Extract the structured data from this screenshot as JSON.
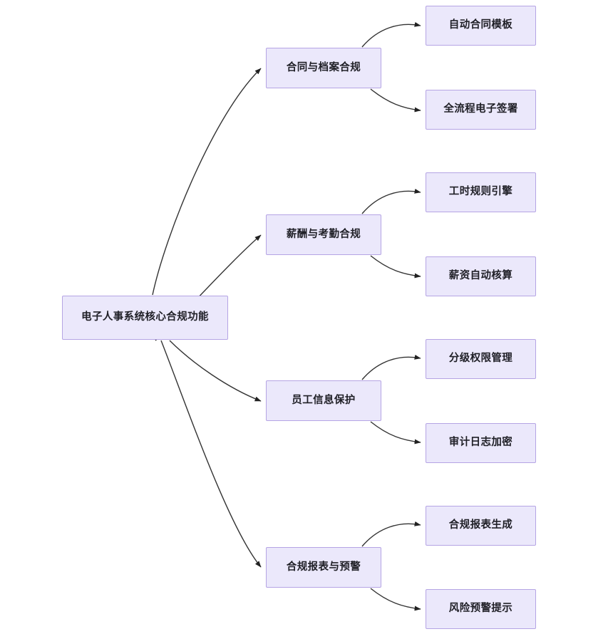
{
  "diagram": {
    "type": "mind-map",
    "title": "电子人事系统核心合规功能",
    "orientation": "left-to-right",
    "colors": {
      "node_fill": "#ebe8fb",
      "node_border": "#b5a4e4",
      "edge": "#333333",
      "text": "#1f1f26",
      "background": "#ffffff"
    },
    "root": {
      "id": "root",
      "label": "电子人事系统核心合规功能"
    },
    "branches": [
      {
        "id": "branch-0",
        "label": "合同与档案合规",
        "leaves": [
          {
            "id": "leaf-0",
            "label": "自动合同模板"
          },
          {
            "id": "leaf-1",
            "label": "全流程电子签署"
          }
        ]
      },
      {
        "id": "branch-1",
        "label": "薪酬与考勤合规",
        "leaves": [
          {
            "id": "leaf-2",
            "label": "工时规则引擎"
          },
          {
            "id": "leaf-3",
            "label": "薪资自动核算"
          }
        ]
      },
      {
        "id": "branch-2",
        "label": "员工信息保护",
        "leaves": [
          {
            "id": "leaf-4",
            "label": "分级权限管理"
          },
          {
            "id": "leaf-5",
            "label": "审计日志加密"
          }
        ]
      },
      {
        "id": "branch-3",
        "label": "合规报表与预警",
        "leaves": [
          {
            "id": "leaf-6",
            "label": "合规报表生成"
          },
          {
            "id": "leaf-7",
            "label": "风险预警提示"
          }
        ]
      }
    ]
  }
}
